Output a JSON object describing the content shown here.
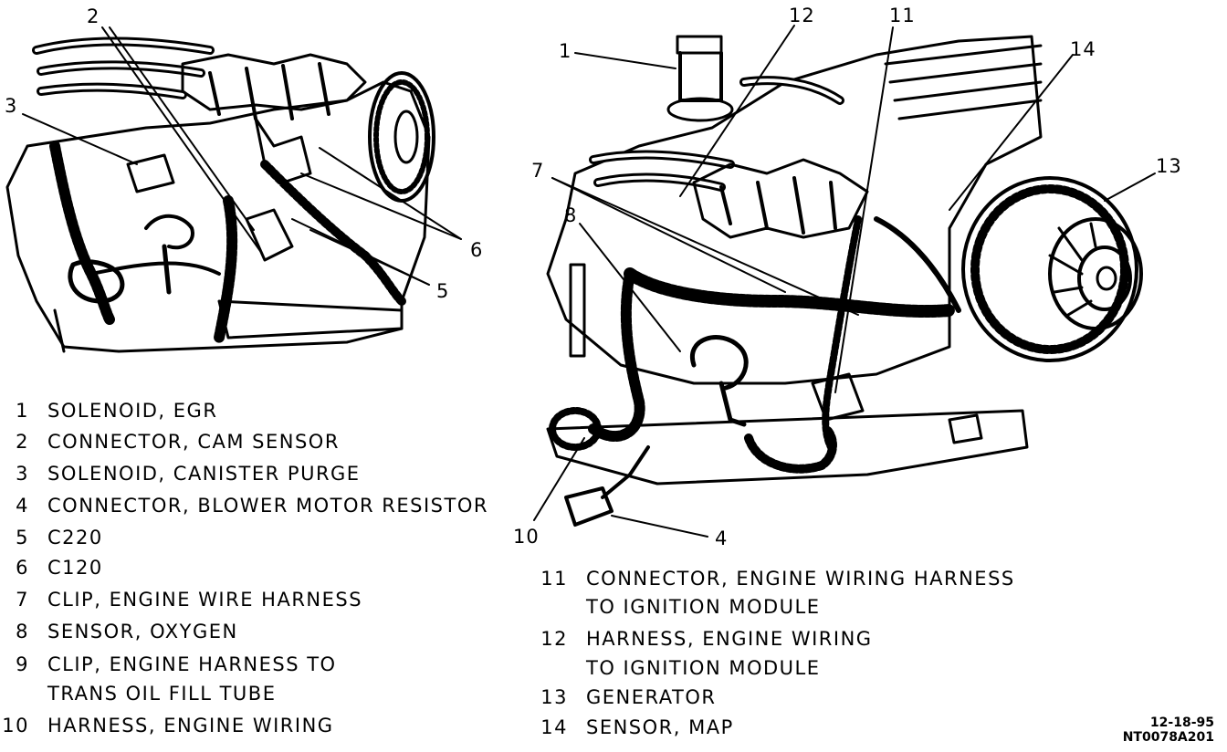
{
  "callouts": {
    "left": [
      "2",
      "3",
      "6",
      "5"
    ],
    "right": [
      "1",
      "12",
      "11",
      "14",
      "13",
      "7",
      "8",
      "10",
      "4"
    ]
  },
  "legend_left": [
    {
      "n": "1",
      "lines": [
        "SOLENOID, EGR"
      ]
    },
    {
      "n": "2",
      "lines": [
        "CONNECTOR, CAM SENSOR"
      ]
    },
    {
      "n": "3",
      "lines": [
        "SOLENOID, CANISTER PURGE"
      ]
    },
    {
      "n": "4",
      "lines": [
        "CONNECTOR, BLOWER MOTOR RESISTOR"
      ]
    },
    {
      "n": "5",
      "lines": [
        "C220"
      ]
    },
    {
      "n": "6",
      "lines": [
        "C120"
      ]
    },
    {
      "n": "7",
      "lines": [
        "CLIP, ENGINE WIRE HARNESS"
      ]
    },
    {
      "n": "8",
      "lines": [
        "SENSOR, OXYGEN"
      ]
    },
    {
      "n": "9",
      "lines": [
        "CLIP, ENGINE HARNESS TO",
        "TRANS OIL FILL TUBE"
      ]
    },
    {
      "n": "10",
      "lines": [
        "HARNESS, ENGINE WIRING"
      ]
    }
  ],
  "legend_right": [
    {
      "n": "11",
      "lines": [
        "CONNECTOR, ENGINE WIRING HARNESS",
        "TO IGNITION MODULE"
      ]
    },
    {
      "n": "12",
      "lines": [
        "HARNESS, ENGINE WIRING",
        "TO IGNITION MODULE"
      ]
    },
    {
      "n": "13",
      "lines": [
        "GENERATOR"
      ]
    },
    {
      "n": "14",
      "lines": [
        "SENSOR, MAP"
      ]
    }
  ],
  "figure_code": {
    "date": "12-18-95",
    "id": "NT0078A201"
  }
}
